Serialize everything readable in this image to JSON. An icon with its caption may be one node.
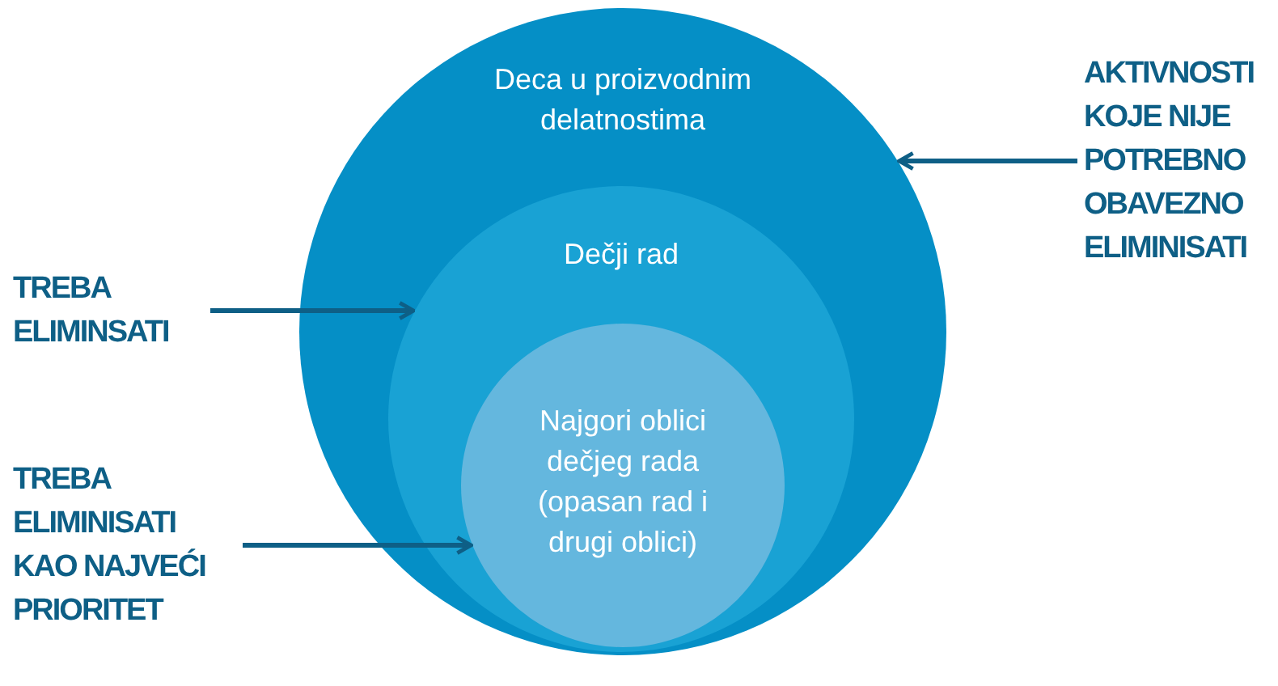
{
  "diagram": {
    "nodes": [
      {
        "text": [
          "Deca u proizvodnim delatnostima"
        ]
      },
      {
        "text": [
          "Dečji rad"
        ],
        "in": 0
      },
      {
        "text": [
          "Najgori oblici dečjeg rada (opasan rad i drugi oblici)"
        ],
        "in": 1
      },
      {
        "text": [
          "AKTIVNOSTI KOJE NIJE POTREBNO OBAVEZNO ELIMINISATI"
        ]
      },
      {
        "text": [
          "TREBA ELIMINSATI"
        ]
      },
      {
        "text": [
          "TREBA ELIMINISATI KAO NAJVEĆI PRIORITET"
        ]
      }
    ],
    "edges": [
      {
        "from": 3,
        "to": 0,
        "arrow": "to"
      },
      {
        "from": 4,
        "to": 1,
        "arrow": "to"
      },
      {
        "from": 5,
        "to": 2,
        "arrow": "to"
      }
    ]
  }
}
